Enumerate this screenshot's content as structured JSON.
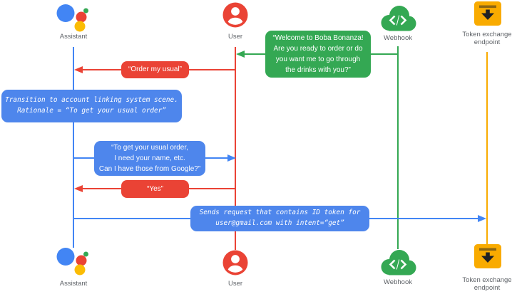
{
  "colors": {
    "blue": "#4285F4",
    "blue-box": "#4E86EC",
    "red": "#EA4335",
    "green": "#34A853",
    "yellow": "#FBBC04",
    "gold": "#F9AB00",
    "label": "#5F6368"
  },
  "actors": {
    "assistant": {
      "label": "Assistant"
    },
    "user": {
      "label": "User"
    },
    "webhook": {
      "label": "Webhook"
    },
    "token_endpoint": {
      "label_line1": "Token exchange",
      "label_line2": "endpoint"
    }
  },
  "messages": {
    "welcome": {
      "from": "Webhook",
      "to": "User",
      "lines": [
        "“Welcome to Boba Bonanza!",
        "Are you ready to order or do",
        "you want me to go through",
        "the drinks with you?”"
      ]
    },
    "order_my_usual": {
      "from": "User",
      "to": "Assistant",
      "text": "“Order my usual”"
    },
    "transition_note": {
      "on": "Assistant",
      "lines": [
        "Transition to account linking system scene.",
        "Rationale = “To get your usual order”"
      ]
    },
    "ask_for_info": {
      "from": "Assistant",
      "to": "User",
      "lines": [
        "“To get your usual order,",
        "I need your name, etc.",
        "Can I have those from Google?”"
      ]
    },
    "yes": {
      "from": "User",
      "to": "Assistant",
      "text": "“Yes”"
    },
    "send_request": {
      "from": "Assistant",
      "to": "Token exchange endpoint",
      "lines": [
        "Sends request that contains ID token for",
        "user@gmail.com with intent=“get”"
      ]
    }
  }
}
